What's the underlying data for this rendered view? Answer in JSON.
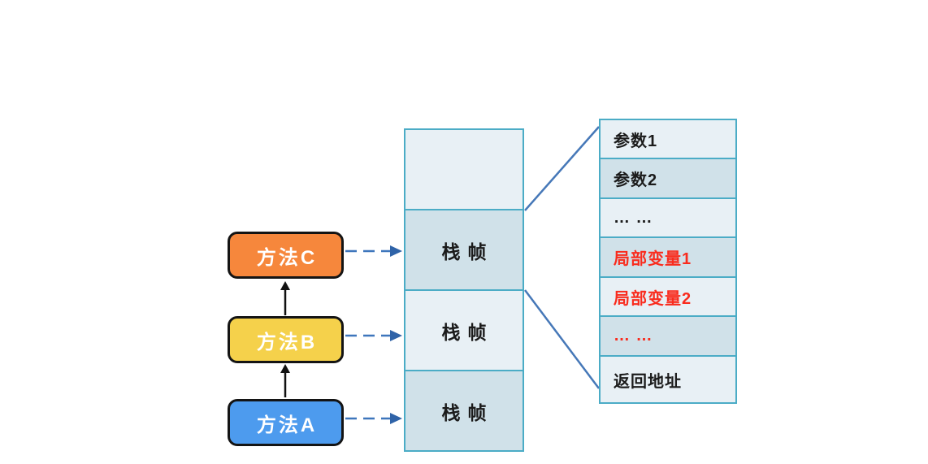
{
  "colors": {
    "method_c_fill": "#F6873C",
    "method_b_fill": "#F5D14B",
    "method_a_fill": "#4D9BEE",
    "box_border": "#141414",
    "cell_light": "#E8F0F5",
    "cell_dark": "#D0E1E9",
    "grid_border": "#4BACC6",
    "call_arrow_black": "#111111",
    "dashed_arrow_blue": "#3E76BC",
    "dashed_arrowhead_blue": "#2F63A8",
    "zoom_line_blue": "#4678B8",
    "red_text": "#F92C1E",
    "black_text": "#1B1B1B"
  },
  "methods": [
    {
      "label": "方法C"
    },
    {
      "label": "方法B"
    },
    {
      "label": "方法A"
    }
  ],
  "stack": {
    "cells": [
      {
        "label": ""
      },
      {
        "label": "栈帧"
      },
      {
        "label": "栈帧"
      },
      {
        "label": "栈帧"
      }
    ]
  },
  "frame_detail": {
    "rows": [
      {
        "label": "参数1"
      },
      {
        "label": "参数2"
      },
      {
        "label": "… …"
      },
      {
        "label": "局部变量1"
      },
      {
        "label": "局部变量2"
      },
      {
        "label": "… …"
      },
      {
        "label": "返回地址"
      }
    ]
  }
}
